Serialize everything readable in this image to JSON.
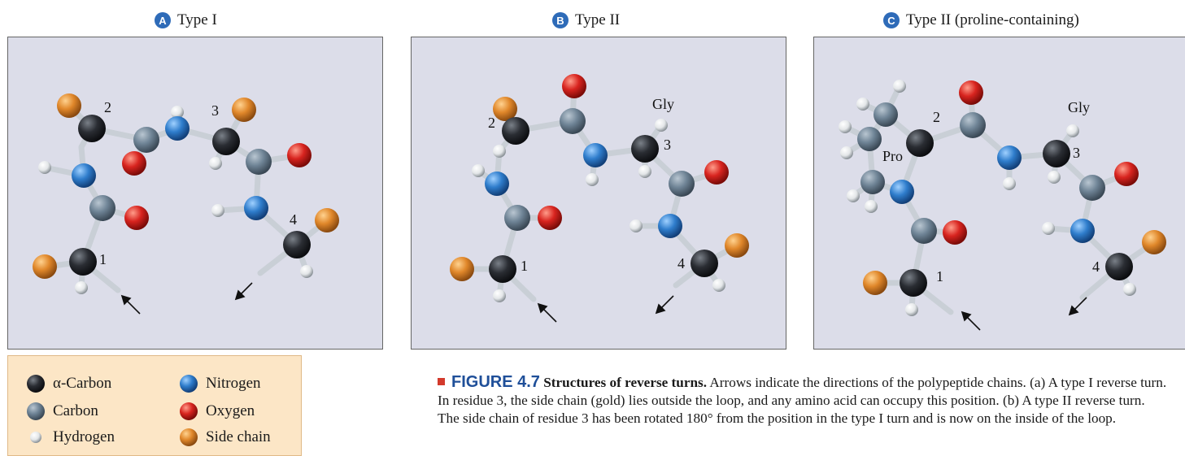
{
  "panels": [
    {
      "letter": "A",
      "title": "Type I",
      "residue_labels": [
        "2",
        "3",
        "1",
        "4"
      ]
    },
    {
      "letter": "B",
      "title": "Type II",
      "residue_labels": [
        "Gly",
        "2",
        "3",
        "1",
        "4"
      ]
    },
    {
      "letter": "C",
      "title": "Type II (proline-containing)",
      "residue_labels": [
        "2",
        "Gly",
        "Pro",
        "3",
        "1",
        "4"
      ]
    }
  ],
  "legend": [
    {
      "label": "α-Carbon",
      "color": "#2a2d33"
    },
    {
      "label": "Nitrogen",
      "color": "#2f7dcc"
    },
    {
      "label": "Carbon",
      "color": "#6f8496"
    },
    {
      "label": "Oxygen",
      "color": "#d8241f"
    },
    {
      "label": "Hydrogen",
      "color": "#e3e6e8"
    },
    {
      "label": "Side chain",
      "color": "#e0872a"
    }
  ],
  "caption": {
    "figure_label": "FIGURE 4.7",
    "title": "Structures of reverse turns.",
    "text": "Arrows indicate the directions of the polypeptide chains. (a) A type I reverse turn. In residue 3, the side chain (gold) lies outside the loop, and any amino acid can occupy this position. (b) A type II reverse turn. The side chain of residue 3 has been rotated 180° from the position in the type I turn and is now on the inside of the loop."
  },
  "colors": {
    "panel_bg": "#dcdde9",
    "legend_bg": "#fce6c6",
    "badge": "#2e6bb8",
    "figure_label": "#1f4f99"
  }
}
